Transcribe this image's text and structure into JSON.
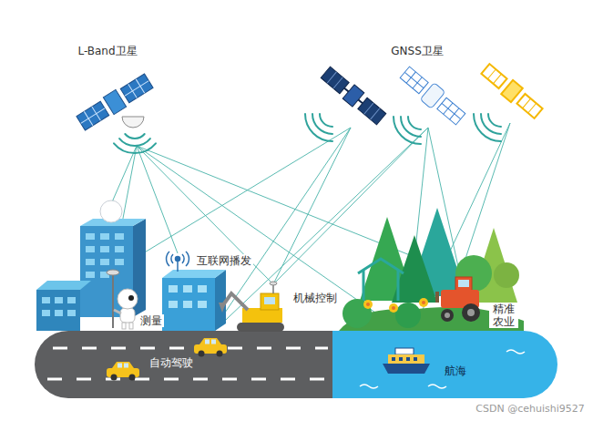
{
  "diagram": {
    "labels": [
      "L-Band卫星",
      "GNSS卫星",
      "互联网播发",
      "测量",
      "机械控制",
      "精准 农业",
      "自动驾驶",
      "航海",
      "CSDN @cehuishi9527"
    ]
  }
}
